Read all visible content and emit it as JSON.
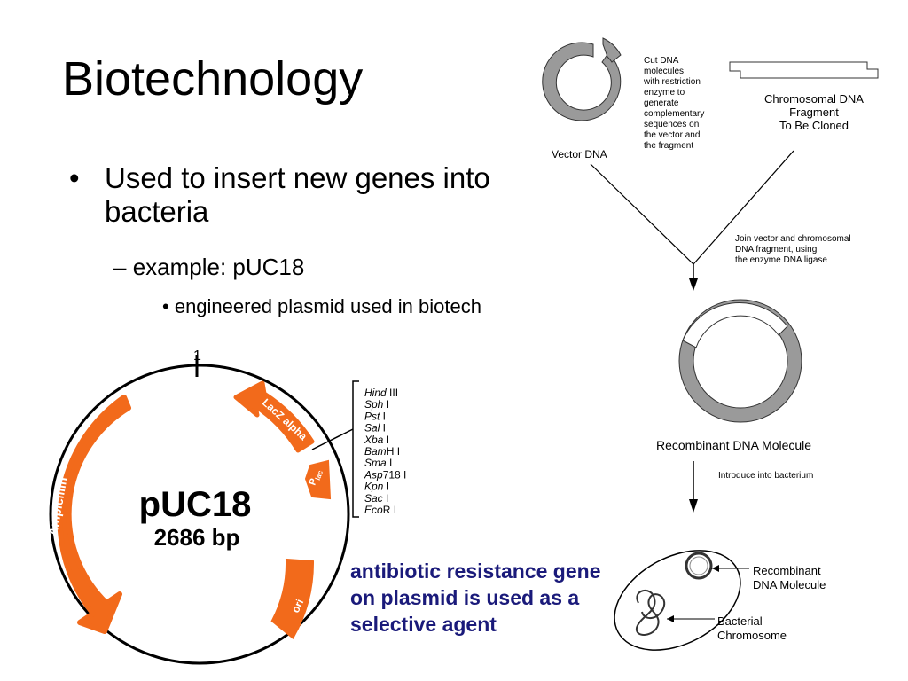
{
  "slide": {
    "title": "Biotechnology",
    "bullet1": "Used to insert new genes into bacteria",
    "bullet2": "example: pUC18",
    "bullet3": "engineered plasmid used in biotech",
    "note": "antibiotic resistance gene on plasmid is used as a selective agent"
  },
  "plasmid": {
    "name": "pUC18",
    "size": "2686 bp",
    "position_marker": "1",
    "features": {
      "ampicillin": "Ampicillin",
      "lacz": "LacZ alpha",
      "plac": "P",
      "plac_sub": "lac",
      "ori": "ori"
    },
    "restriction_sites": [
      {
        "italic": "Hind",
        "rest": " III"
      },
      {
        "italic": "Sph",
        "rest": " I"
      },
      {
        "italic": "Pst",
        "rest": " I"
      },
      {
        "italic": "Sal",
        "rest": " I"
      },
      {
        "italic": "Xba",
        "rest": " I"
      },
      {
        "italic": "Bam",
        "rest": "H I"
      },
      {
        "italic": "Sma",
        "rest": " I"
      },
      {
        "italic": "Asp",
        "rest": "718 I"
      },
      {
        "italic": "Kpn",
        "rest": " I"
      },
      {
        "italic": "Sac",
        "rest": " I"
      },
      {
        "italic": "Eco",
        "rest": "R I"
      }
    ]
  },
  "cloning": {
    "cut_text": [
      "Cut DNA",
      "molecules",
      "with restriction",
      "enzyme to",
      "generate",
      "complementary",
      "sequences on",
      "the vector and",
      "the fragment"
    ],
    "vector_label": "Vector DNA",
    "fragment_label": [
      "Chromosomal DNA",
      "Fragment",
      "To Be Cloned"
    ],
    "join_text": [
      "Join vector and chromosomal",
      "DNA fragment, using",
      "the enzyme DNA ligase"
    ],
    "recombinant_label": "Recombinant DNA Molecule",
    "introduce_text": "Introduce into bacterium",
    "cell_recombinant": [
      "Recombinant",
      "DNA Molecule"
    ],
    "cell_chromosome": [
      "Bacterial",
      "Chromosome"
    ]
  },
  "colors": {
    "orange": "#f26a1b",
    "grey_ring": "#9a9a9a",
    "note_text": "#1a1a7a"
  }
}
